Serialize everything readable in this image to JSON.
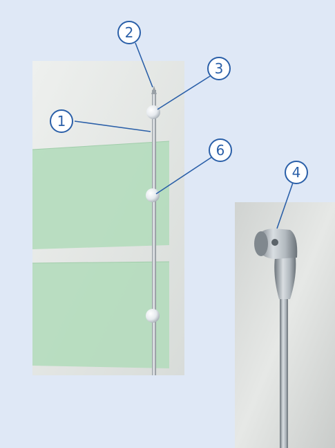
{
  "callouts": {
    "c1": "1",
    "c2": "2",
    "c3": "3",
    "c4": "4",
    "c6": "6"
  },
  "colors": {
    "background": "#dfe8f6",
    "callout": "#2a5fa8",
    "glass": "#b4dcbd",
    "wall": "#e3e7e4"
  },
  "icons": {
    "rod": "steel-rod",
    "clamp": "ball-clamp",
    "fitting": "ceiling-fitting"
  }
}
